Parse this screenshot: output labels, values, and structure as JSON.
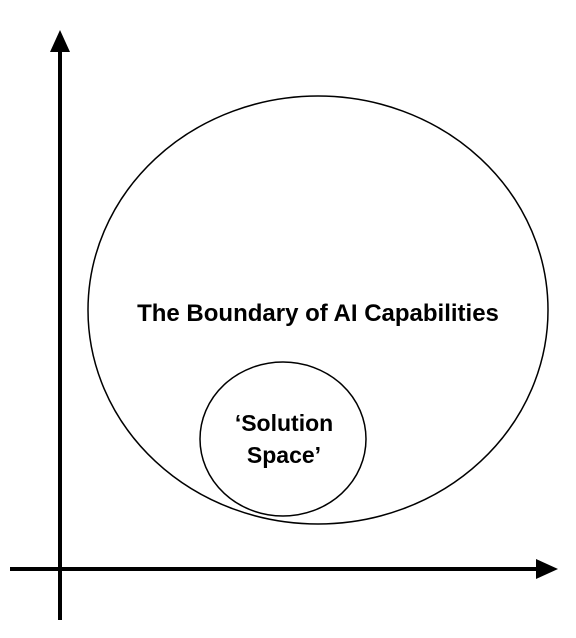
{
  "colors": {
    "background": "#ffffff",
    "stroke": "#000000",
    "text": "#000000"
  },
  "diagram": {
    "outer_circle": {
      "label": "The Boundary of AI Capabilities"
    },
    "inner_circle": {
      "label_line1": "‘Solution",
      "label_line2": "Space’"
    },
    "axes": {
      "x_axis": "arrow-right",
      "y_axis": "arrow-up"
    }
  }
}
